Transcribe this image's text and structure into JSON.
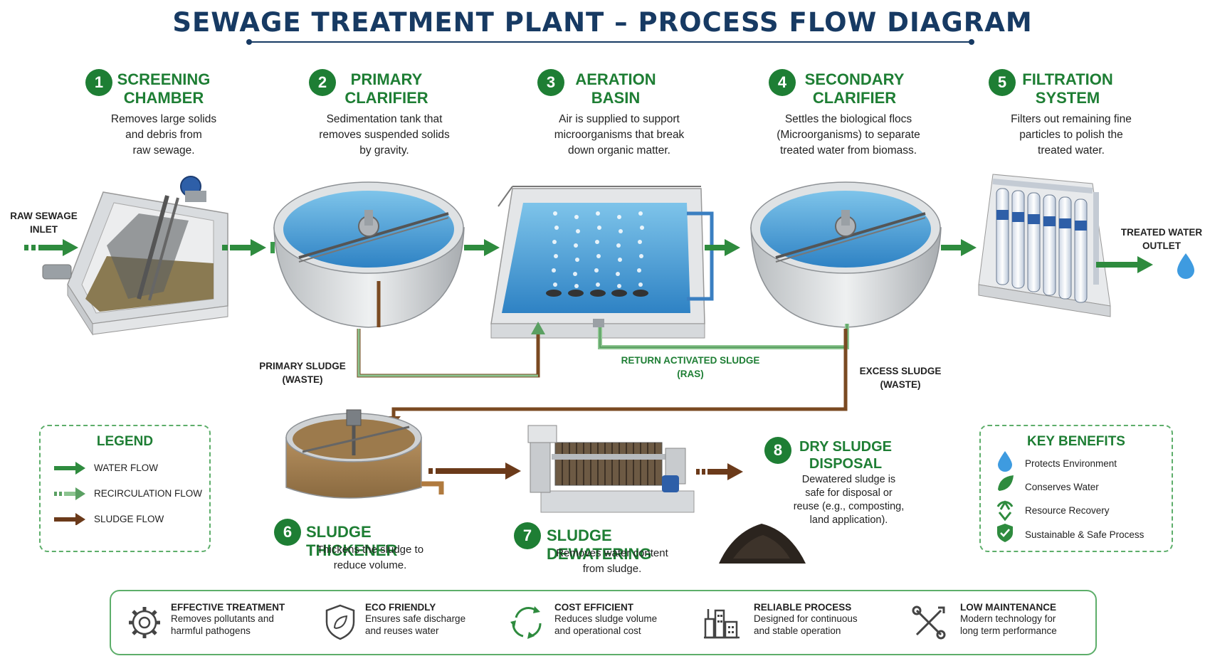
{
  "title": "SEWAGE TREATMENT PLANT – PROCESS FLOW DIAGRAM",
  "colors": {
    "navy": "#173A63",
    "green": "#1E7E34",
    "sludge": "#6B3A1A",
    "water": "#3E8FD0"
  },
  "stages": [
    {
      "number": "1",
      "title_line1": "SCREENING",
      "title_line2": "CHAMBER",
      "desc1": "Removes large solids",
      "desc2": "and debris from",
      "desc3": "raw sewage."
    },
    {
      "number": "2",
      "title_line1": "PRIMARY",
      "title_line2": "CLARIFIER",
      "desc1": "Sedimentation tank that",
      "desc2": "removes suspended solids",
      "desc3": "by gravity."
    },
    {
      "number": "3",
      "title_line1": "AERATION",
      "title_line2": "BASIN",
      "desc1": "Air is supplied to support",
      "desc2": "microorganisms that break",
      "desc3": "down organic matter."
    },
    {
      "number": "4",
      "title_line1": "SECONDARY",
      "title_line2": "CLARIFIER",
      "desc1": "Settles the biological flocs",
      "desc2": "(Microorganisms) to separate",
      "desc3": "treated water from biomass."
    },
    {
      "number": "5",
      "title_line1": "FILTRATION",
      "title_line2": "SYSTEM",
      "desc1": "Filters out remaining fine",
      "desc2": "particles to polish the",
      "desc3": "treated water."
    },
    {
      "number": "6",
      "title": "SLUDGE THICKENER",
      "desc1": "Thickens the sludge to",
      "desc2": "reduce volume."
    },
    {
      "number": "7",
      "title": "SLUDGE DEWATERING",
      "desc1": "Removes water content",
      "desc2": "from sludge."
    },
    {
      "number": "8",
      "title_line1": "DRY SLUDGE",
      "title_line2": "DISPOSAL",
      "desc1": "Dewatered sludge is",
      "desc2": "safe for disposal or",
      "desc3": "reuse (e.g., composting,",
      "desc4": "land application)."
    }
  ],
  "flow_labels": {
    "inlet_1": "RAW SEWAGE",
    "inlet_2": "INLET",
    "outlet_1": "TREATED WATER",
    "outlet_2": "OUTLET",
    "primary_sludge_1": "PRIMARY SLUDGE",
    "primary_sludge_2": "(WASTE)",
    "ras_1": "RETURN ACTIVATED SLUDGE",
    "ras_2": "(RAS)",
    "excess_1": "EXCESS SLUDGE",
    "excess_2": "(WASTE)"
  },
  "legend": {
    "title": "LEGEND",
    "items": [
      {
        "label": "WATER FLOW",
        "icon": "green-arrow-icon"
      },
      {
        "label": "RECIRCULATION FLOW",
        "icon": "light-green-arrow-icon"
      },
      {
        "label": "SLUDGE FLOW",
        "icon": "brown-arrow-icon"
      }
    ]
  },
  "benefits": {
    "title": "KEY BENEFITS",
    "items": [
      {
        "label": "Protects Environment",
        "icon": "water-drop-icon"
      },
      {
        "label": "Conserves Water",
        "icon": "leaf-icon"
      },
      {
        "label": "Resource Recovery",
        "icon": "recycle-icon"
      },
      {
        "label": "Sustainable & Safe Process",
        "icon": "shield-check-icon"
      }
    ]
  },
  "features": [
    {
      "title": "EFFECTIVE TREATMENT",
      "desc1": "Removes pollutants and",
      "desc2": "harmful pathogens",
      "icon": "gear-icon"
    },
    {
      "title": "ECO FRIENDLY",
      "desc1": "Ensures safe discharge",
      "desc2": "and reuses water",
      "icon": "shield-leaf-icon"
    },
    {
      "title": "COST EFFICIENT",
      "desc1": "Reduces sludge volume",
      "desc2": "and operational cost",
      "icon": "recycle-arrows-icon"
    },
    {
      "title": "RELIABLE PROCESS",
      "desc1": "Designed for continuous",
      "desc2": "and stable operation",
      "icon": "factory-icon"
    },
    {
      "title": "LOW MAINTENANCE",
      "desc1": "Modern technology for",
      "desc2": "long term performance",
      "icon": "tools-icon"
    }
  ]
}
